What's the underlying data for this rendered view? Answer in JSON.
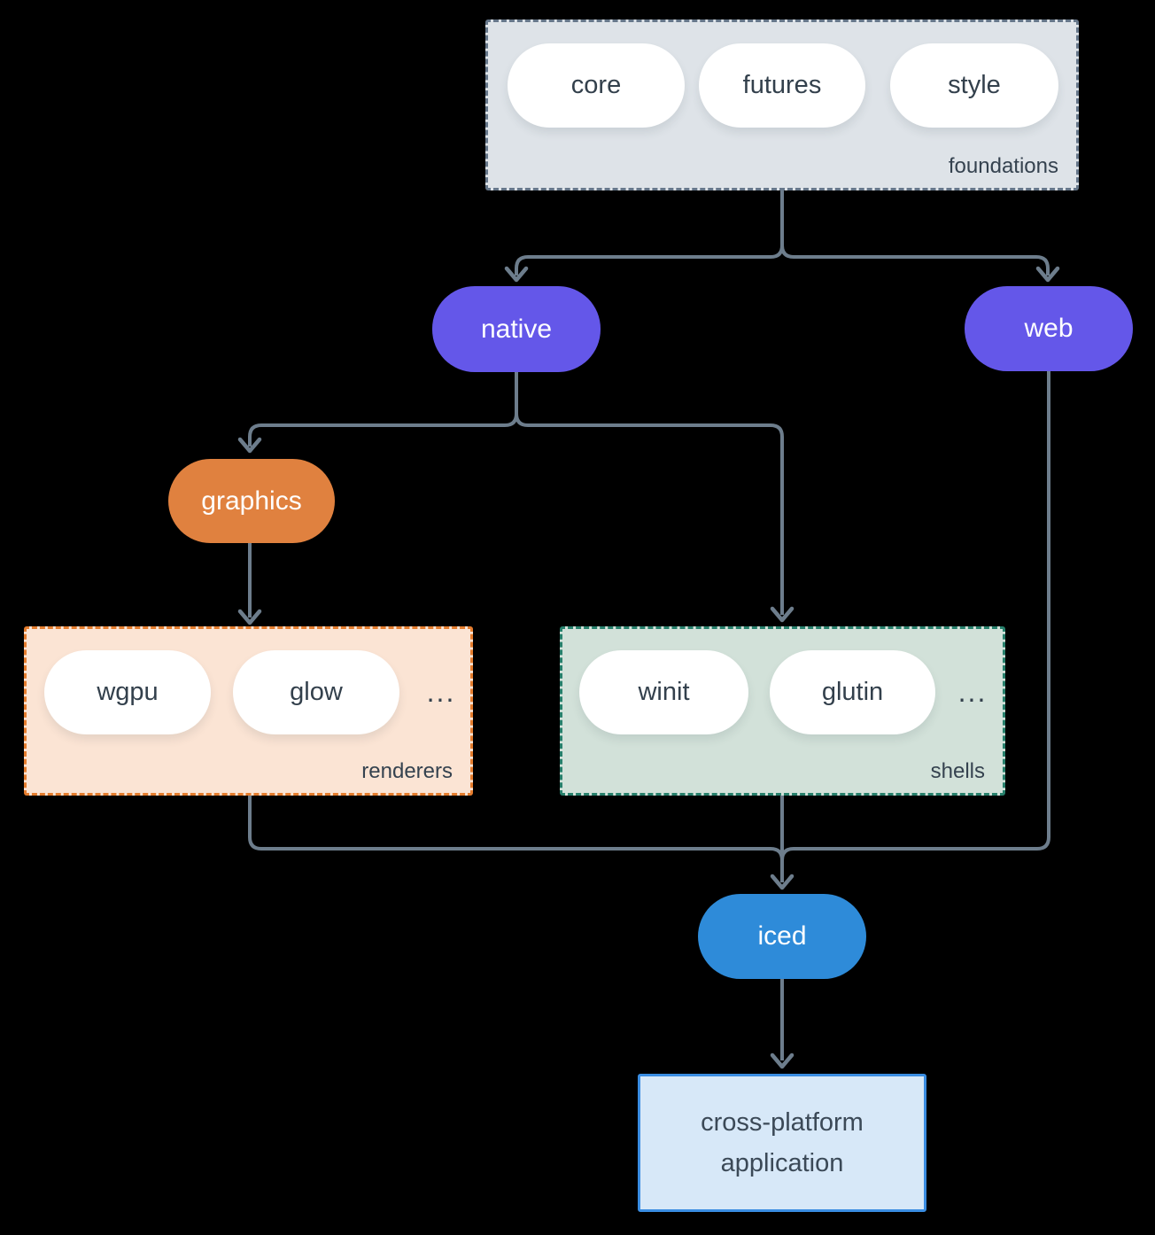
{
  "colors": {
    "background": "#000000",
    "arrow": "#6d7d8c",
    "purple": "#6457e9",
    "orange": "#e0813f",
    "blue": "#2e8bd9",
    "foundations_bg": "#dee3e8",
    "foundations_border": "#66778a",
    "renderers_bg": "#fbe4d4",
    "renderers_border": "#e57d2e",
    "shells_bg": "#d2e1d9",
    "shells_border": "#27806c",
    "app_bg": "#d7e8f8",
    "app_border": "#3a8de2",
    "dark_text": "#33404c",
    "light_text": "#ffffff"
  },
  "foundations": {
    "label": "foundations",
    "pills": [
      "core",
      "futures",
      "style"
    ]
  },
  "nodes": {
    "native": "native",
    "web": "web",
    "graphics": "graphics",
    "iced": "iced"
  },
  "renderers": {
    "label": "renderers",
    "pills": [
      "wgpu",
      "glow"
    ],
    "ellipsis": "..."
  },
  "shells": {
    "label": "shells",
    "pills": [
      "winit",
      "glutin"
    ],
    "ellipsis": "..."
  },
  "application": {
    "line1": "cross-platform",
    "line2": "application"
  }
}
